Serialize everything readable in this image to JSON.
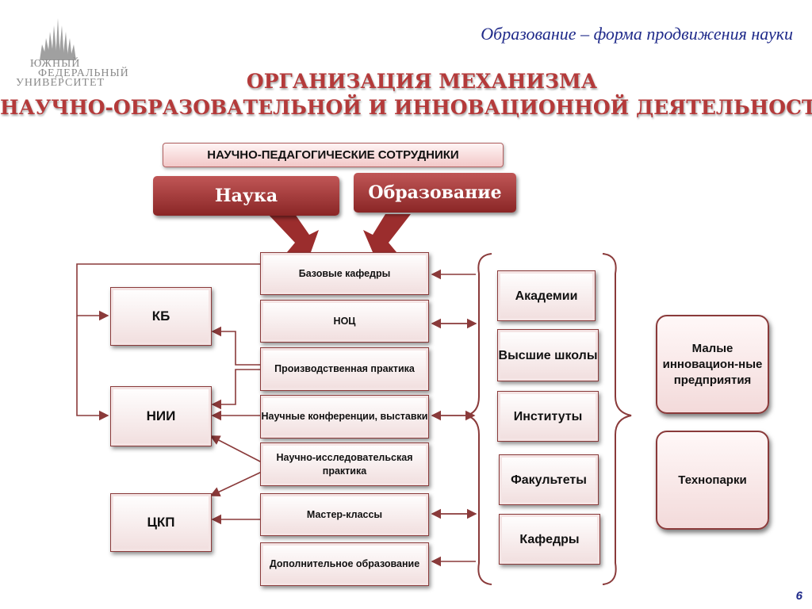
{
  "header": {
    "logo_lines": [
      "ЮЖНЫЙ",
      "ФЕДЕРАЛЬНЫЙ",
      "УНИВЕРСИТЕТ"
    ],
    "subtitle": "Образование – форма продвижения науки",
    "title_line1": "ОРГАНИЗАЦИЯ  МЕХАНИЗМА",
    "title_line2": "НАУЧНО-ОБРАЗОВАТЕЛЬНОЙ И ИННОВАЦИОННОЙ ДЕЯТЕЛЬНОСТИ"
  },
  "diagram": {
    "staff": "НАУЧНО-ПЕДАГОГИЧЕСКИЕ СОТРУДНИКИ",
    "science": "Наука",
    "education": "Образование",
    "center": [
      "Базовые кафедры",
      "НОЦ",
      "Производственная практика",
      "Научные конференции, выставки",
      "Научно-исследовательская практика",
      "Мастер-классы",
      "Дополнительное образование"
    ],
    "left": [
      "КБ",
      "НИИ",
      "ЦКП"
    ],
    "right": [
      "Академии",
      "Высшие школы",
      "Институты",
      "Факультеты",
      "Кафедры"
    ],
    "far_right": [
      "Малые инновацион-ные предприятия",
      "Технопарки"
    ]
  },
  "colors": {
    "accent": "#8a2626",
    "title": "#b43a3a",
    "subtitle": "#1f2a8a",
    "line": "#8a3a3a"
  },
  "page_number": "6"
}
